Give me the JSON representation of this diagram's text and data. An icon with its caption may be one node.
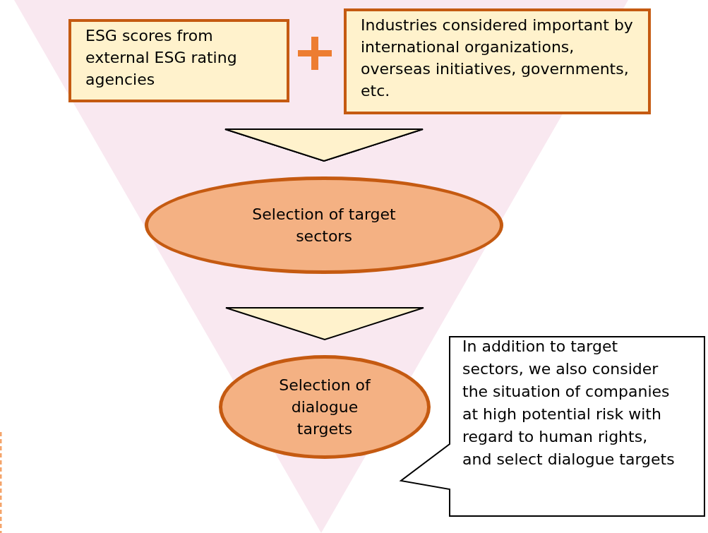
{
  "diagram": {
    "nodes": [
      {
        "text": [
          "ESG scores from external ESG rating agencies"
        ]
      },
      {
        "text": [
          "Industries considered important by international organizations, overseas initiatives, governments, etc."
        ]
      },
      {
        "text": [
          "Selection of target sectors"
        ]
      },
      {
        "text": [
          "Selection of dialogue targets"
        ]
      },
      {
        "text": [
          "In addition to target sectors, we also consider the situation of companies at high potential risk with regard to human rights, and select dialogue targets"
        ]
      }
    ],
    "edges": [
      {
        "from": 0,
        "to": 2,
        "arrow": "to"
      },
      {
        "from": 1,
        "to": 2,
        "arrow": "to"
      },
      {
        "from": 2,
        "to": 3,
        "arrow": "to"
      }
    ]
  }
}
